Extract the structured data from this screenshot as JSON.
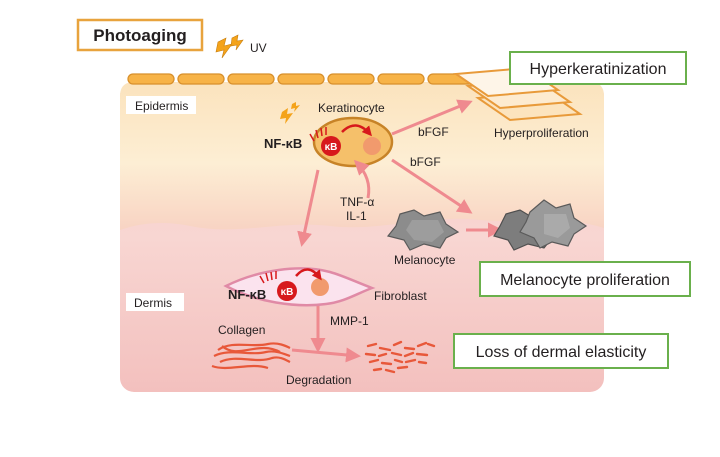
{
  "title": "Photoaging",
  "uv_label": "UV",
  "layers": {
    "epidermis": "Epidermis",
    "dermis": "Dermis"
  },
  "cells": {
    "keratinocyte": "Keratinocyte",
    "fibroblast": "Fibroblast",
    "melanocyte": "Melanocyte"
  },
  "molecules": {
    "nfkb_top": "NF-κB",
    "nfkb_bottom": "NF-κB",
    "kb_top": "κB",
    "kb_bottom": "κB",
    "bfgf_1": "bFGF",
    "bfgf_2": "bFGF",
    "tnf": "TNF-α",
    "il1": "IL-1",
    "mmp1": "MMP-1"
  },
  "processes": {
    "hyperproliferation": "Hyperproliferation",
    "collagen": "Collagen",
    "degradation": "Degradation"
  },
  "outcomes": {
    "hyperkeratinization": "Hyperkeratinization",
    "melanocyte_proliferation": "Melanocyte proliferation",
    "loss_elasticity": "Loss of dermal elasticity"
  },
  "colors": {
    "title_border": "#e8a33d",
    "outcome_border": "#6ab04c",
    "arrow": "#ef8a8f",
    "nfkb_red": "#d7191c",
    "epidermis": "#fbe0b6",
    "dermis": "#f6c9c8",
    "melanocyte": "#8c8c8c",
    "collagen": "#e8583a"
  }
}
